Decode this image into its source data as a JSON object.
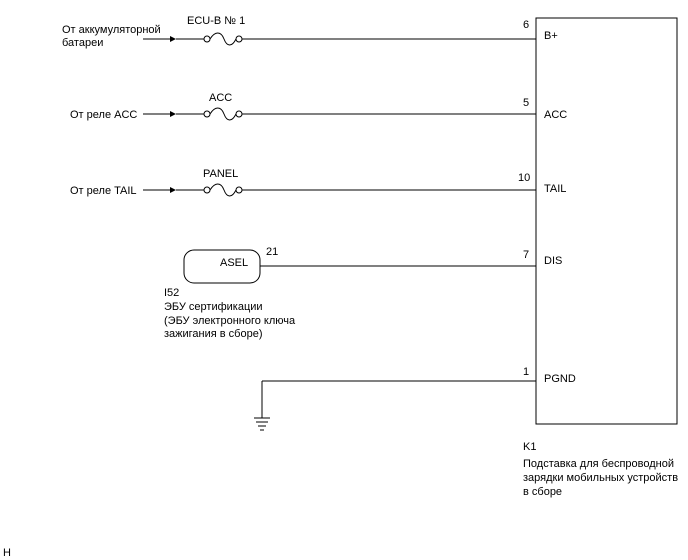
{
  "sources": {
    "battery": [
      "От аккумуляторной",
      "батареи"
    ],
    "acc_relay": "От реле ACC",
    "tail_relay": "От реле TAIL"
  },
  "fuses": {
    "ecu_b": "ECU-B № 1",
    "acc": "ACC",
    "panel": "PANEL"
  },
  "pins": {
    "b_plus": {
      "number": "6",
      "label": "B+"
    },
    "acc": {
      "number": "5",
      "label": "ACC"
    },
    "tail": {
      "number": "10",
      "label": "TAIL"
    },
    "dis": {
      "number": "7",
      "label": "DIS"
    },
    "pgnd": {
      "number": "1",
      "label": "PGND"
    },
    "asel": {
      "number": "21",
      "label": "ASEL"
    }
  },
  "certification_ecu": {
    "code": "I52",
    "lines": [
      "ЭБУ сертификации",
      "(ЭБУ электронного ключа",
      "зажигания в сборе)"
    ]
  },
  "charger": {
    "code": "K1",
    "lines": [
      "Подставка для беспроводной",
      "зарядки мобильных устройств",
      "в сборе"
    ]
  },
  "corner_mark": "H"
}
